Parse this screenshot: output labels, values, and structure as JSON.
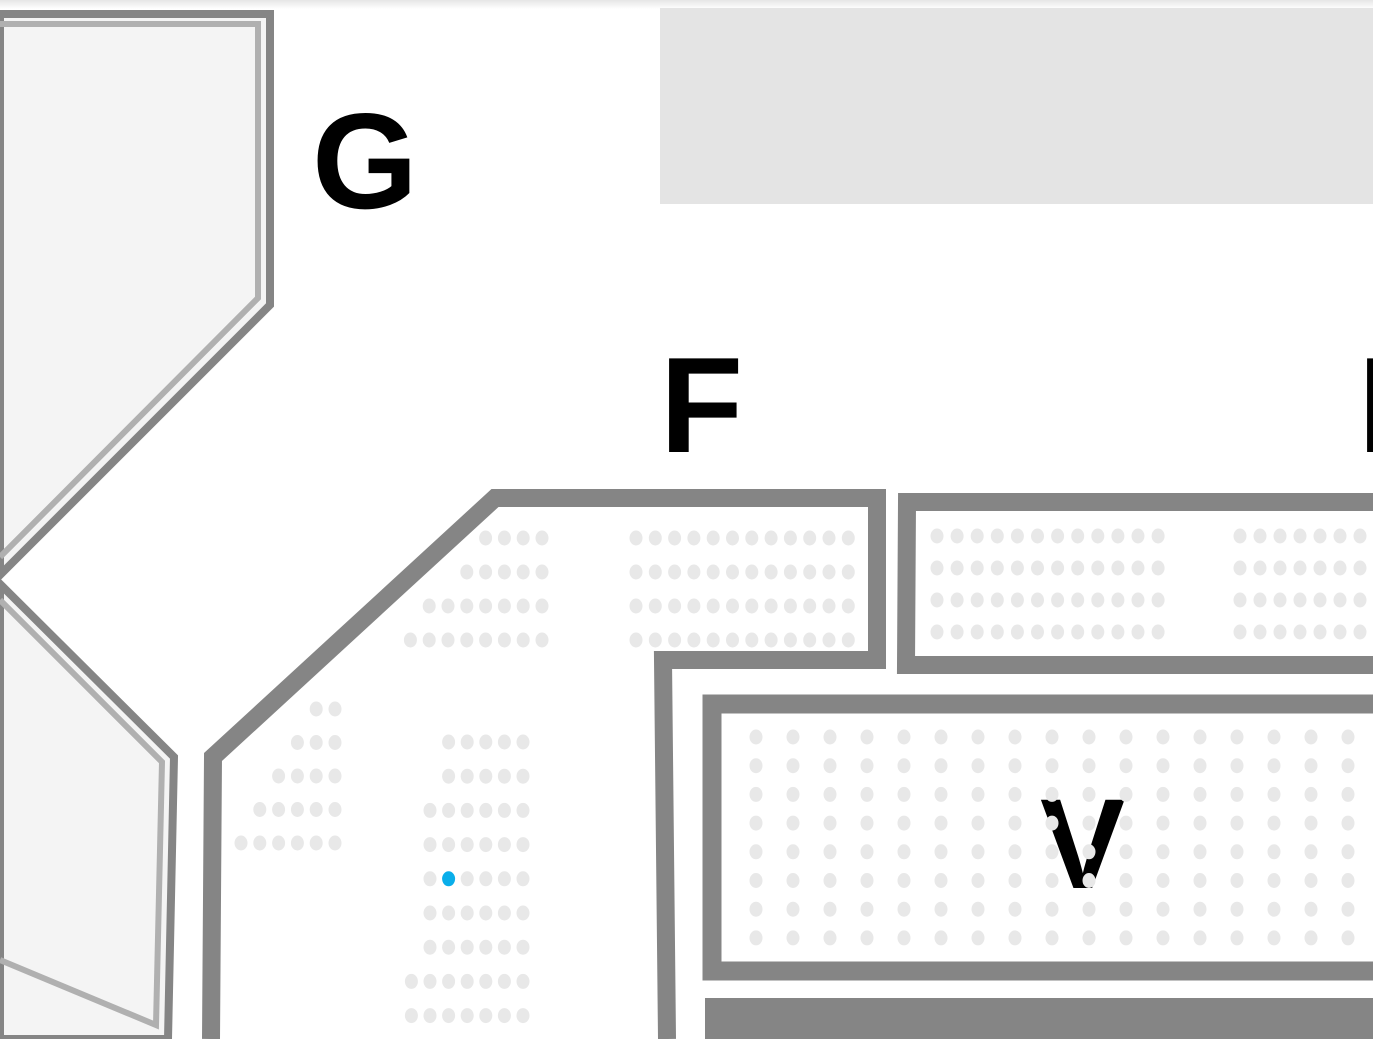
{
  "section_labels": {
    "g": "G",
    "f": "F",
    "e": "E",
    "v": "V"
  },
  "colors": {
    "seat": "#e8e8e8",
    "selected_seat": "#0aaeea",
    "wall": "#858585",
    "stage": "#e4e4e4"
  },
  "sections": {
    "f_upper_left_rows": [
      4,
      5,
      7,
      8
    ],
    "f_upper_right_rows": [
      12,
      12,
      12,
      12
    ],
    "f_lower_left_rows": [
      2,
      3,
      4,
      5,
      6
    ],
    "f_lower_mid_rows": [
      5,
      5,
      6,
      6,
      6,
      6,
      6,
      7,
      7
    ],
    "e_left_rows": [
      12,
      12,
      12,
      12
    ],
    "e_right_rows": [
      7,
      7,
      7,
      7
    ],
    "v_grid": {
      "rows": 8,
      "columns": 17
    }
  },
  "selected_seat": {
    "section": "f_lower_mid",
    "row": 5,
    "seat": 2
  }
}
